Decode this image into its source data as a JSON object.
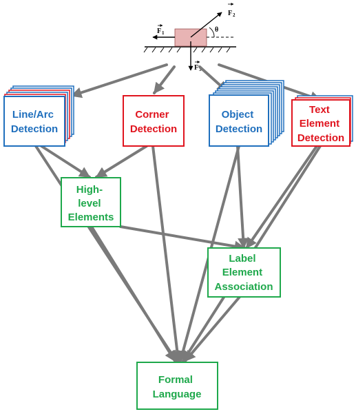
{
  "colors": {
    "blue": "#1f6fbd",
    "red": "#e0141e",
    "green": "#1ea84b",
    "arrow": "#7a7a7a",
    "block": "#e8b4b4"
  },
  "physics": {
    "f1_main": "F",
    "f1_sub": "1",
    "f2_main": "F",
    "f2_sub": "2",
    "f3_main": "F",
    "f3_sub": "3",
    "theta": "θ"
  },
  "nodes": {
    "line_arc": [
      "Line/Arc",
      "Detection"
    ],
    "corner": [
      "Corner",
      "Detection"
    ],
    "object": [
      "Object",
      "Detection"
    ],
    "text_element": [
      "Text",
      "Element",
      "Detection"
    ],
    "high_level": [
      "High-",
      "level",
      "Elements"
    ],
    "label_assoc": [
      "Label",
      "Element",
      "Association"
    ],
    "formal": [
      "Formal",
      "Language"
    ]
  }
}
